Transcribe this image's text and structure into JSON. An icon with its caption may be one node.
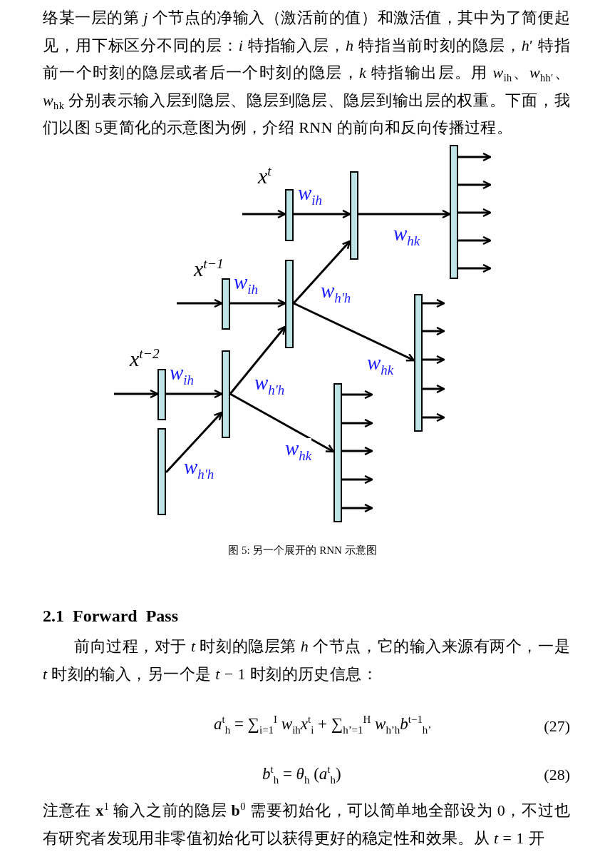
{
  "diagram": {
    "caption": "图 5: 另一个展开的 RNN 示意图",
    "nodes": [
      {
        "text": [],
        "shape": "bar",
        "beside": [
          "x$^{t}$"
        ]
      },
      {
        "text": [],
        "shape": "bar"
      },
      {
        "text": [],
        "shape": "bar"
      },
      {
        "text": [],
        "shape": "bar",
        "beside": [
          "x$^{t−1}$"
        ]
      },
      {
        "text": [],
        "shape": "bar"
      },
      {
        "text": [],
        "shape": "bar"
      },
      {
        "text": [],
        "shape": "bar",
        "beside": [
          "x$^{t−2}$"
        ]
      },
      {
        "text": [],
        "shape": "bar"
      },
      {
        "text": [],
        "shape": "bar"
      },
      {
        "text": [],
        "shape": "bar"
      }
    ],
    "edges": [
      {
        "from": null,
        "to": 0,
        "arrow": "to"
      },
      {
        "from": 0,
        "to": 1,
        "arrow": "to",
        "label": "w$_{ih}$"
      },
      {
        "from": 1,
        "to": 2,
        "arrow": "to",
        "label": "w$_{hk}$"
      },
      {
        "from": 2,
        "to": null,
        "arrow": "to"
      },
      {
        "from": 2,
        "to": null,
        "arrow": "to"
      },
      {
        "from": 2,
        "to": null,
        "arrow": "to"
      },
      {
        "from": 2,
        "to": null,
        "arrow": "to"
      },
      {
        "from": 2,
        "to": null,
        "arrow": "to"
      },
      {
        "from": null,
        "to": 3,
        "arrow": "to"
      },
      {
        "from": 3,
        "to": 4,
        "arrow": "to",
        "label": "w$_{ih}$"
      },
      {
        "from": 4,
        "to": 1,
        "arrow": "to",
        "label": "w$_{h'h}$"
      },
      {
        "from": 4,
        "to": 5,
        "arrow": "to",
        "label": "w$_{hk}$"
      },
      {
        "from": 5,
        "to": null,
        "arrow": "to"
      },
      {
        "from": 5,
        "to": null,
        "arrow": "to"
      },
      {
        "from": 5,
        "to": null,
        "arrow": "to"
      },
      {
        "from": 5,
        "to": null,
        "arrow": "to"
      },
      {
        "from": 5,
        "to": null,
        "arrow": "to"
      },
      {
        "from": null,
        "to": 6,
        "arrow": "to"
      },
      {
        "from": 6,
        "to": 7,
        "arrow": "to",
        "label": "w$_{ih}$"
      },
      {
        "from": 7,
        "to": 4,
        "arrow": "to",
        "label": "w$_{h'h}$"
      },
      {
        "from": 7,
        "to": 9,
        "arrow": "to",
        "label": "w$_{hk}$"
      },
      {
        "from": 9,
        "to": null,
        "arrow": "to"
      },
      {
        "from": 9,
        "to": null,
        "arrow": "to"
      },
      {
        "from": 9,
        "to": null,
        "arrow": "to"
      },
      {
        "from": 9,
        "to": null,
        "arrow": "to"
      },
      {
        "from": 9,
        "to": null,
        "arrow": "to"
      },
      {
        "from": 8,
        "to": 7,
        "arrow": "to",
        "label": "w$_{h'h}$"
      }
    ],
    "labels": [
      "络某一层的第 *j* 个节点的净输入（激活前的值）和激活值，其中为了简便起见，用下标区分不同的层：*i* 特指输入层，*h* 特指当前时刻的隐层，*h*′ 特指前一个时刻的隐层或者后一个时刻的隐层，*k* 特指输出层。用 *w*$_{ih}$、*w*$_{hh′}$、*w*$_{hk}$ 分别表示输入层到隐层、隐层到隐层、隐层到输出层的权重。下面，我们以图 5更简化的示意图为例，介绍 RNN 的前向和反向传播过程。",
      "2.1 Forward Pass",
      "前向过程，对于 *t* 时刻的隐层第 *h* 个节点，它的输入来源有两个，一是 *t* 时刻的输入，另一个是 *t* − 1 时刻的历史信息：",
      "*a*$^{t}$$_{h}$ = ∑$_{i=1}$$^{I}$ *w*$_{ih}$*x*$^{t}$$_{i}$ + ∑$_{h’=1}$$^{H}$ *w*$_{h’h}$*b*$^{t−1}$$_{h’}$",
      "(27)",
      "*b*$^{t}$$_{h}$ = *θ*$_{h}$ (*a*$^{t}$$_{h}$)",
      "(28)",
      "注意在 **x**$^{1}$ 输入之前的隐层 **b**$^{0}$ 需要初始化，可以简单地全部设为 0，不过也有研究者发现用非零值初始化可以获得更好的稳定性和效果。从 *t* = 1 开"
    ]
  }
}
